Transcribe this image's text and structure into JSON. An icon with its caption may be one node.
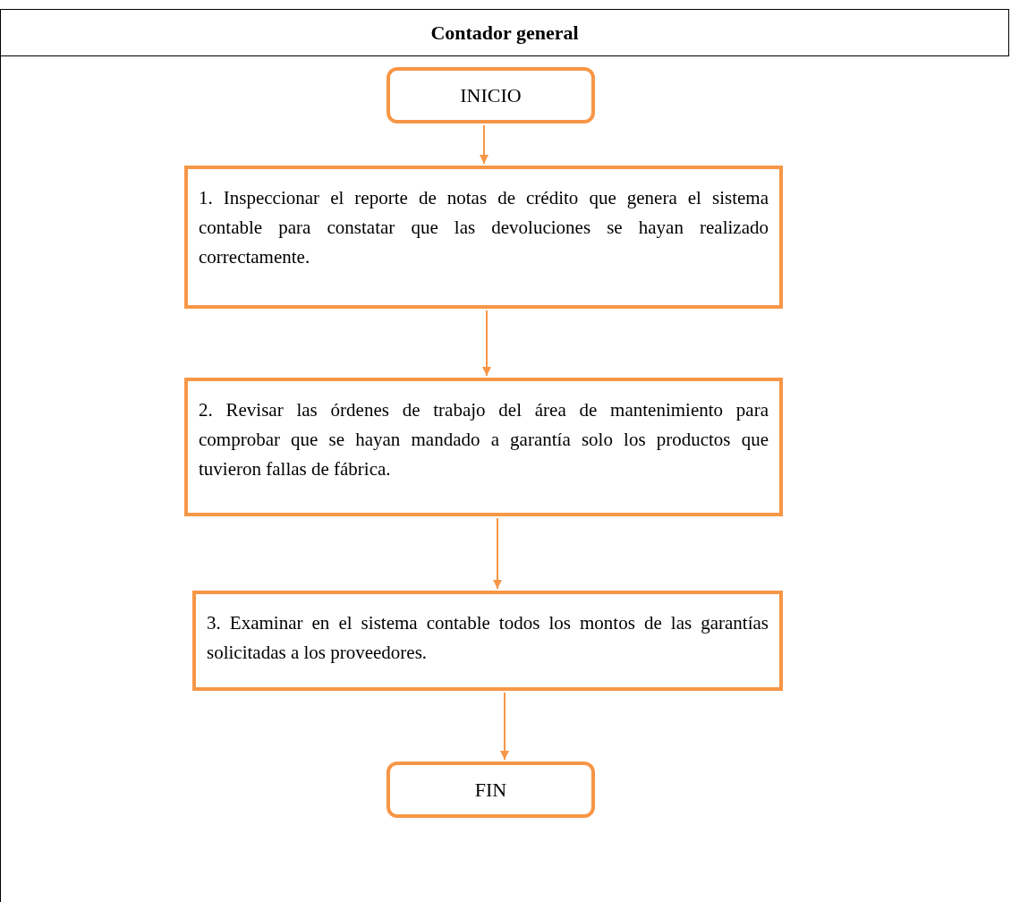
{
  "diagram": {
    "title": "Contador general",
    "nodes": [
      {
        "text": [
          "INICIO"
        ]
      },
      {
        "text": [
          "1. Inspeccionar el reporte de notas de crédito que genera el sistema contable para constatar que las devoluciones se hayan realizado correctamente."
        ]
      },
      {
        "text": [
          "2. Revisar las órdenes de trabajo del área de mantenimiento para comprobar que se hayan mandado a garantía solo los productos que tuvieron fallas de fábrica."
        ]
      },
      {
        "text": [
          "3. Examinar en el sistema contable todos los montos de las garantías solicitadas a los proveedores."
        ]
      },
      {
        "text": [
          "FIN"
        ]
      }
    ],
    "edges": [
      {
        "from": 0,
        "to": 1,
        "arrow": "to"
      },
      {
        "from": 1,
        "to": 2,
        "arrow": "to"
      },
      {
        "from": 2,
        "to": 3,
        "arrow": "to"
      },
      {
        "from": 3,
        "to": 4,
        "arrow": "to"
      }
    ]
  }
}
